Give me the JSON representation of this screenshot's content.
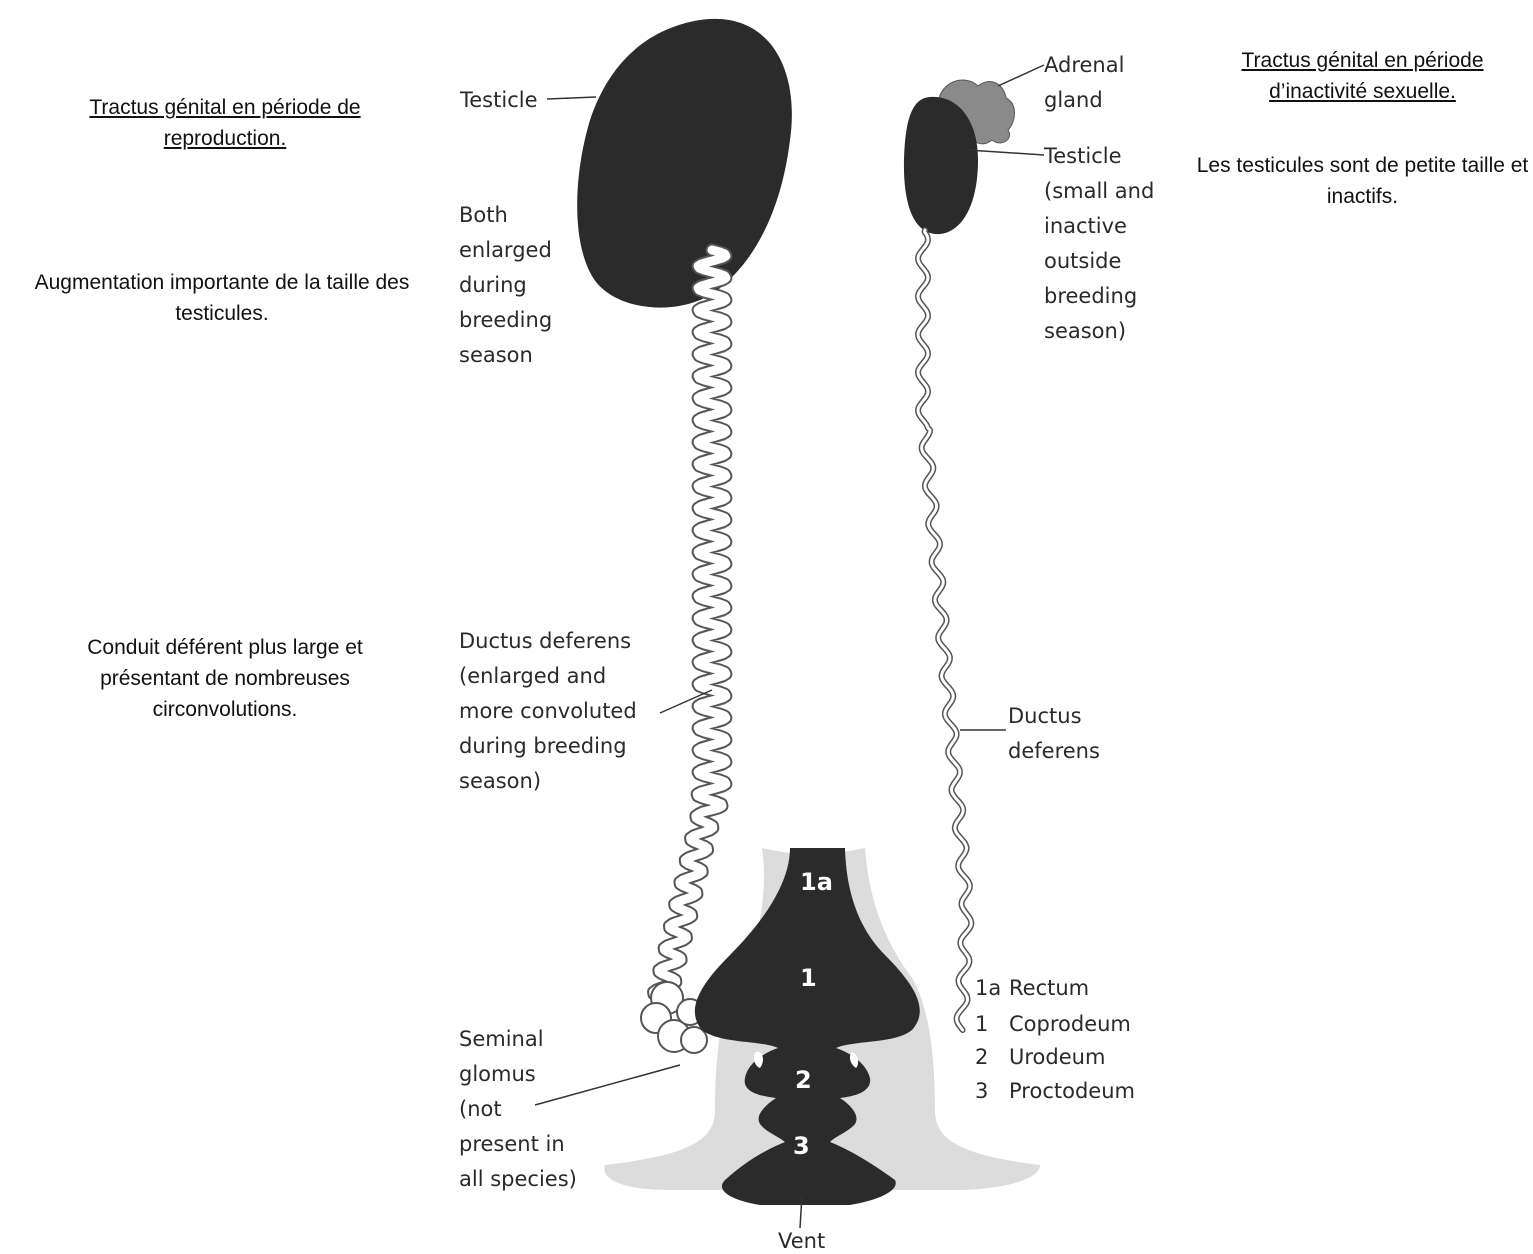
{
  "left_panel": {
    "title": "Tractus génital en période de reproduction.",
    "note1": "Augmentation importante de la taille des testicules.",
    "note2": "Conduit déférent plus large et présentant de nombreuses circonvolutions."
  },
  "right_panel": {
    "title": "Tractus génital en période d’inactivité sexuelle.",
    "note1": "Les testicules sont de petite taille et inactifs."
  },
  "diagram": {
    "left": {
      "testicle": "Testicle",
      "both_lines": [
        "Both",
        "enlarged",
        "during",
        "breeding",
        "season"
      ],
      "ductus_lines": [
        "Ductus deferens",
        "(enlarged and",
        "more convoluted",
        "during breeding",
        "season)"
      ],
      "seminal_lines": [
        "Seminal",
        "glomus",
        "(not",
        "present in",
        "all species)"
      ]
    },
    "right": {
      "adrenal_lines": [
        "Adrenal",
        "gland"
      ],
      "testicle_lines": [
        "Testicle",
        "(small and",
        "inactive",
        "outside",
        "breeding",
        "season)"
      ],
      "ductus_lines": [
        "Ductus",
        "deferens"
      ]
    },
    "cloaca": {
      "numbers": [
        "1a",
        "1",
        "2",
        "3"
      ],
      "legend": [
        {
          "num": "1a",
          "name": "Rectum"
        },
        {
          "num": "1",
          "name": "Coprodeum"
        },
        {
          "num": "2",
          "name": "Urodeum"
        },
        {
          "num": "3",
          "name": "Proctodeum"
        }
      ],
      "vent": "Vent"
    },
    "colors": {
      "organ": "#2b2b2b",
      "adrenal": "#8a8a8a",
      "wall": "#dcdcdc",
      "duct_stroke": "#555555"
    }
  }
}
